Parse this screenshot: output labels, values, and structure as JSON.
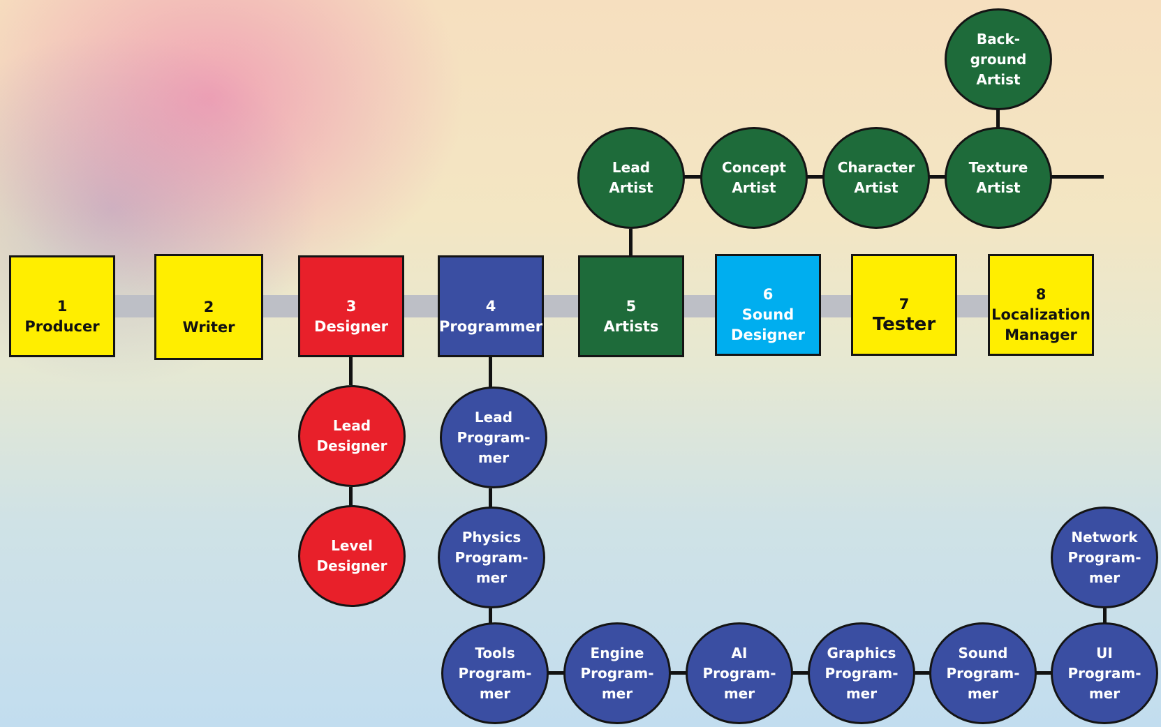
{
  "colors": {
    "yellow": "#ffee00",
    "red": "#e8202a",
    "blue": "#3a4ea2",
    "green": "#1e6b3a",
    "cyan": "#00aeef",
    "connector": "#111111",
    "spine": "#bdbfc6"
  },
  "stages": [
    {
      "number": "1",
      "title": "Producer"
    },
    {
      "number": "2",
      "title": "Writer"
    },
    {
      "number": "3",
      "title": "Designer"
    },
    {
      "number": "4",
      "title": "Programmer"
    },
    {
      "number": "5",
      "title": "Artists"
    },
    {
      "number": "6",
      "title": "Sound\nDesigner"
    },
    {
      "number": "7",
      "title": "Tester"
    },
    {
      "number": "8",
      "title": "Localization\nManager"
    }
  ],
  "designer_roles": [
    "Lead\nDesigner",
    "Level\nDesigner"
  ],
  "programmer_roles": [
    "Lead\nProgram-\nmer",
    "Physics\nProgram-\nmer",
    "Tools\nProgram-\nmer",
    "Engine\nProgram-\nmer",
    "AI\nProgram-\nmer",
    "Graphics\nProgram-\nmer",
    "Sound\nProgram-\nmer",
    "UI\nProgram-\nmer",
    "Network\nProgram-\nmer"
  ],
  "artist_roles": [
    "Lead\nArtist",
    "Concept\nArtist",
    "Character\nArtist",
    "Texture\nArtist",
    "Back-\nground\nArtist"
  ]
}
